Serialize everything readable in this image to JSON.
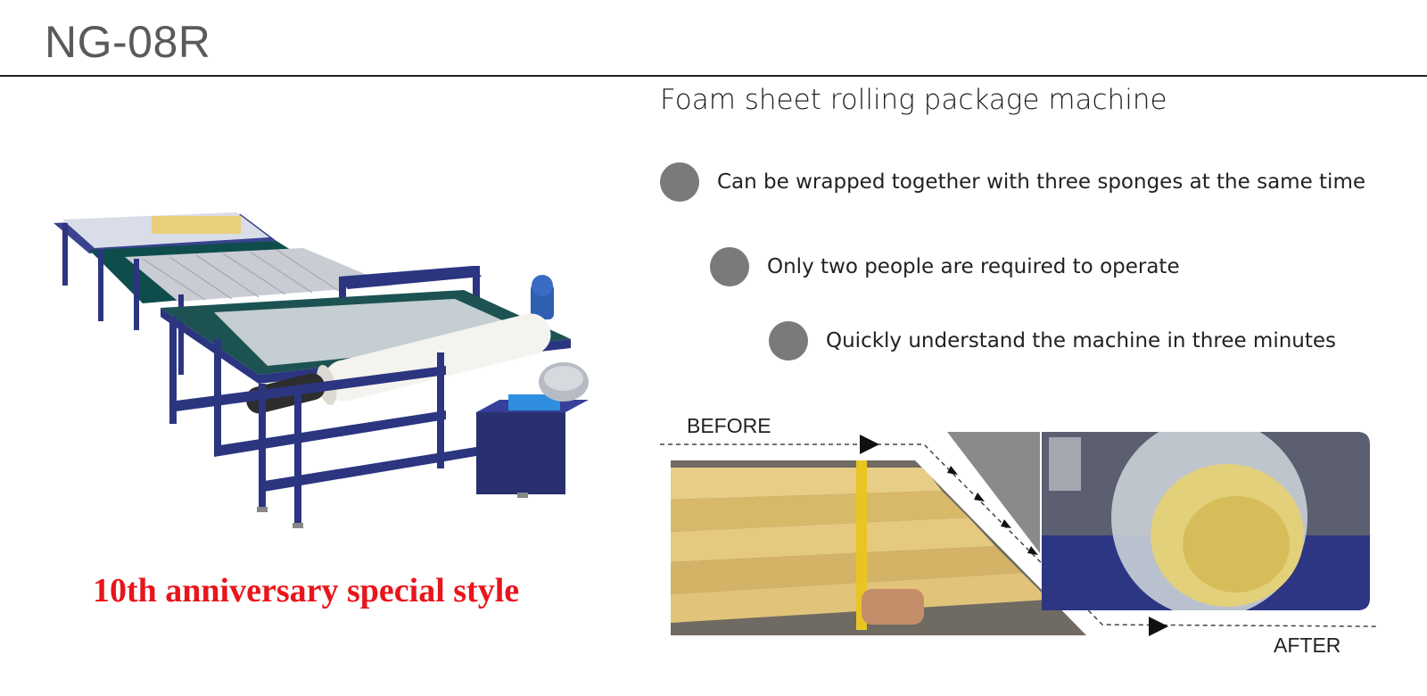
{
  "header": {
    "model": "NG-08R"
  },
  "product": {
    "subtitle": "Foam sheet rolling package machine"
  },
  "features": [
    {
      "text": "Can be wrapped together with three sponges at the same time"
    },
    {
      "text": "Only two people are required to operate"
    },
    {
      "text": "Quickly understand the machine in three minutes"
    }
  ],
  "promo": {
    "text": "10th anniversary special style"
  },
  "comparison": {
    "before_label": "BEFORE",
    "after_label": "AFTER"
  },
  "colors": {
    "promo": "#e8151b",
    "bullet": "#7a7a7a",
    "machine_frame": "#2b3580"
  }
}
